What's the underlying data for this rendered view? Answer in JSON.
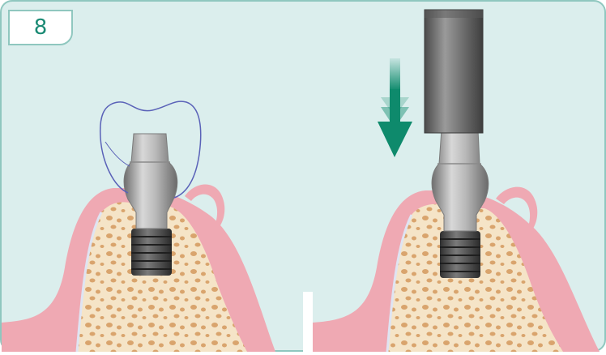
{
  "figure": {
    "step_number": "8",
    "panels": [
      {
        "name": "abutment-with-crown-outline"
      },
      {
        "name": "tightening-tool-on-abutment"
      }
    ],
    "colors": {
      "background": "#dbeeed",
      "frame": "#8fc7bf",
      "badge_text": "#1a8a74",
      "gum": "#efa9b3",
      "bone": "#f5e4c7",
      "bone_spots": "#d9a46d",
      "metal": "#a6a6a6",
      "arrow": "#0e8a6c"
    },
    "icons": [
      "down-arrow-icon"
    ]
  }
}
